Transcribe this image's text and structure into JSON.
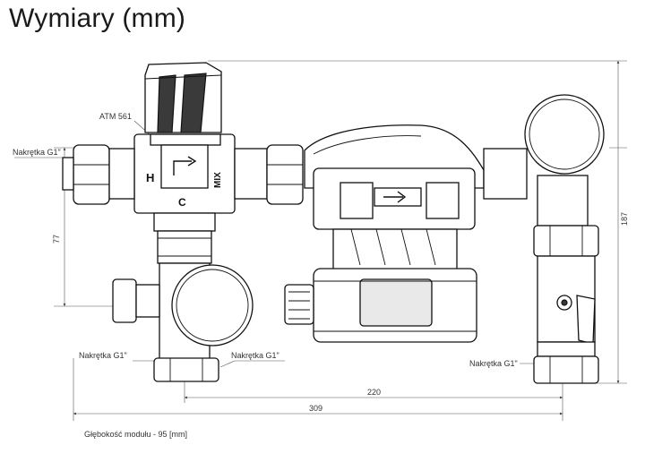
{
  "title": "Wymiary (mm)",
  "labels": {
    "atm": "ATM 561",
    "nut_top_left": "Nakrętka G1\"",
    "nut_bottom_left": "Nakrętka G1\"",
    "nut_bottom_mid": "Nakrętka G1\"",
    "nut_bottom_right": "Nakrętka G1\""
  },
  "valve_letters": {
    "h": "H",
    "c": "C",
    "mix": "MIX"
  },
  "dimensions": {
    "height_total": "187",
    "height_partial": "77",
    "width_partial": "220",
    "width_total": "309"
  },
  "footnote": "Głębokość modułu - 95 [mm]"
}
